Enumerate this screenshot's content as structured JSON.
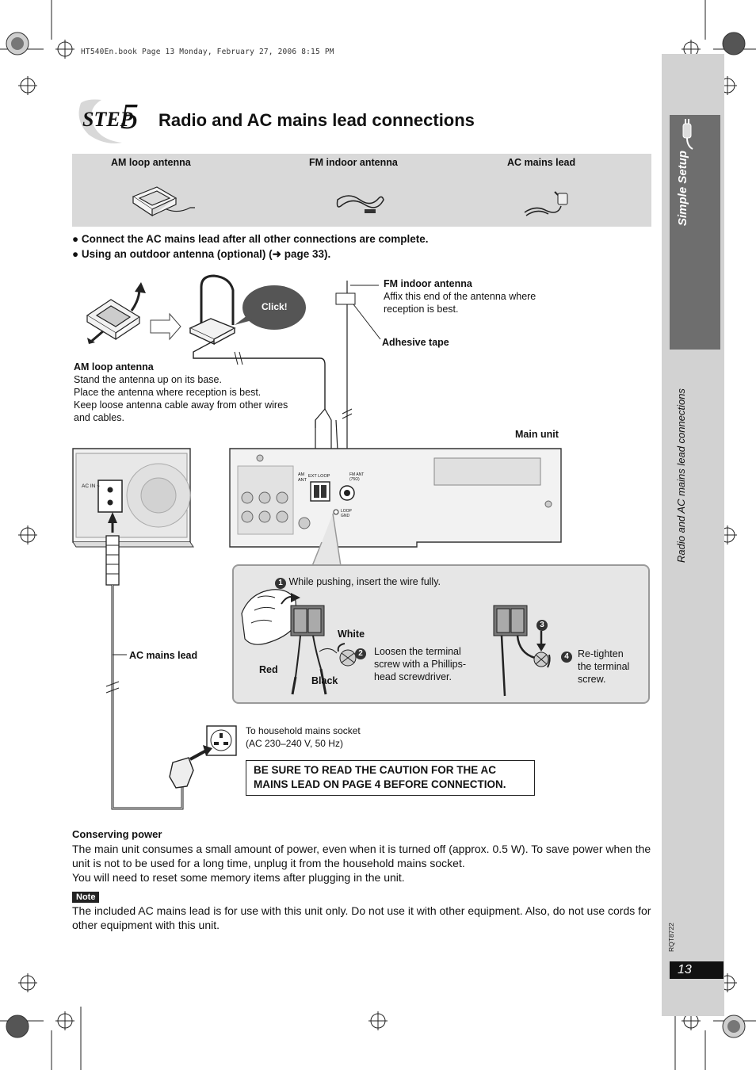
{
  "header": {
    "print_line": "HT540En.book  Page 13  Monday, February 27, 2006  8:15 PM"
  },
  "sidebar": {
    "section": "Simple Setup",
    "chapter": "Radio and AC mains lead connections",
    "doc_code": "RQT8722",
    "page_number": "13"
  },
  "title": {
    "step_word": "STEP",
    "step_number": "5",
    "text": "Radio and AC mains lead connections"
  },
  "accessories": [
    {
      "label": "AM loop antenna"
    },
    {
      "label": "FM indoor antenna"
    },
    {
      "label": "AC mains lead"
    }
  ],
  "bullets": [
    "Connect the AC mains lead after all other connections are complete.",
    "Using an outdoor antenna (optional) (➜ page 33)."
  ],
  "diagram": {
    "click": "Click!",
    "fm_title": "FM indoor antenna",
    "fm_desc_1": "Affix this end of the antenna where",
    "fm_desc_2": "reception is best.",
    "adhesive": "Adhesive tape",
    "am_title": "AM loop antenna",
    "am_lines": [
      "Stand the antenna up on its base.",
      "Place the antenna where reception is best.",
      "Keep loose antenna cable away from other wires",
      "and cables."
    ],
    "main_unit": "Main unit",
    "ac_in": "AC IN ~",
    "am_ant": "AM ANT",
    "ext_loop": "EXT LOOP",
    "fm_ant": "FM ANT (75Ω)",
    "loop_gnd": "LOOP GND",
    "ac_lead": "AC mains lead",
    "step1": "While pushing, insert the wire fully.",
    "white": "White",
    "red": "Red",
    "black": "Black",
    "step2_lines": [
      "Loosen the terminal",
      "screw with a Phillips-",
      "head screwdriver."
    ],
    "step4_lines": [
      "Re-tighten",
      "the terminal",
      "screw."
    ],
    "socket_1": "To household mains socket",
    "socket_2": "(AC 230–240 V, 50 Hz)",
    "n1": "1",
    "n2": "2",
    "n3": "3",
    "n4": "4"
  },
  "caution": {
    "line1": "BE SURE TO READ THE CAUTION FOR THE AC",
    "line2": "MAINS LEAD ON PAGE 4 BEFORE CONNECTION."
  },
  "conserving": {
    "title": "Conserving power",
    "para1": "The main unit consumes a small amount of power, even when it is turned off (approx. 0.5 W). To save power when the unit is not to be used for a long time, unplug it from the household mains socket.",
    "para2": "You will need to reset some memory items after plugging in the unit."
  },
  "note": {
    "tag": "Note",
    "text": "The included AC mains lead is for use with this unit only. Do not use it with other equipment. Also, do not use cords for other equipment with this unit."
  }
}
